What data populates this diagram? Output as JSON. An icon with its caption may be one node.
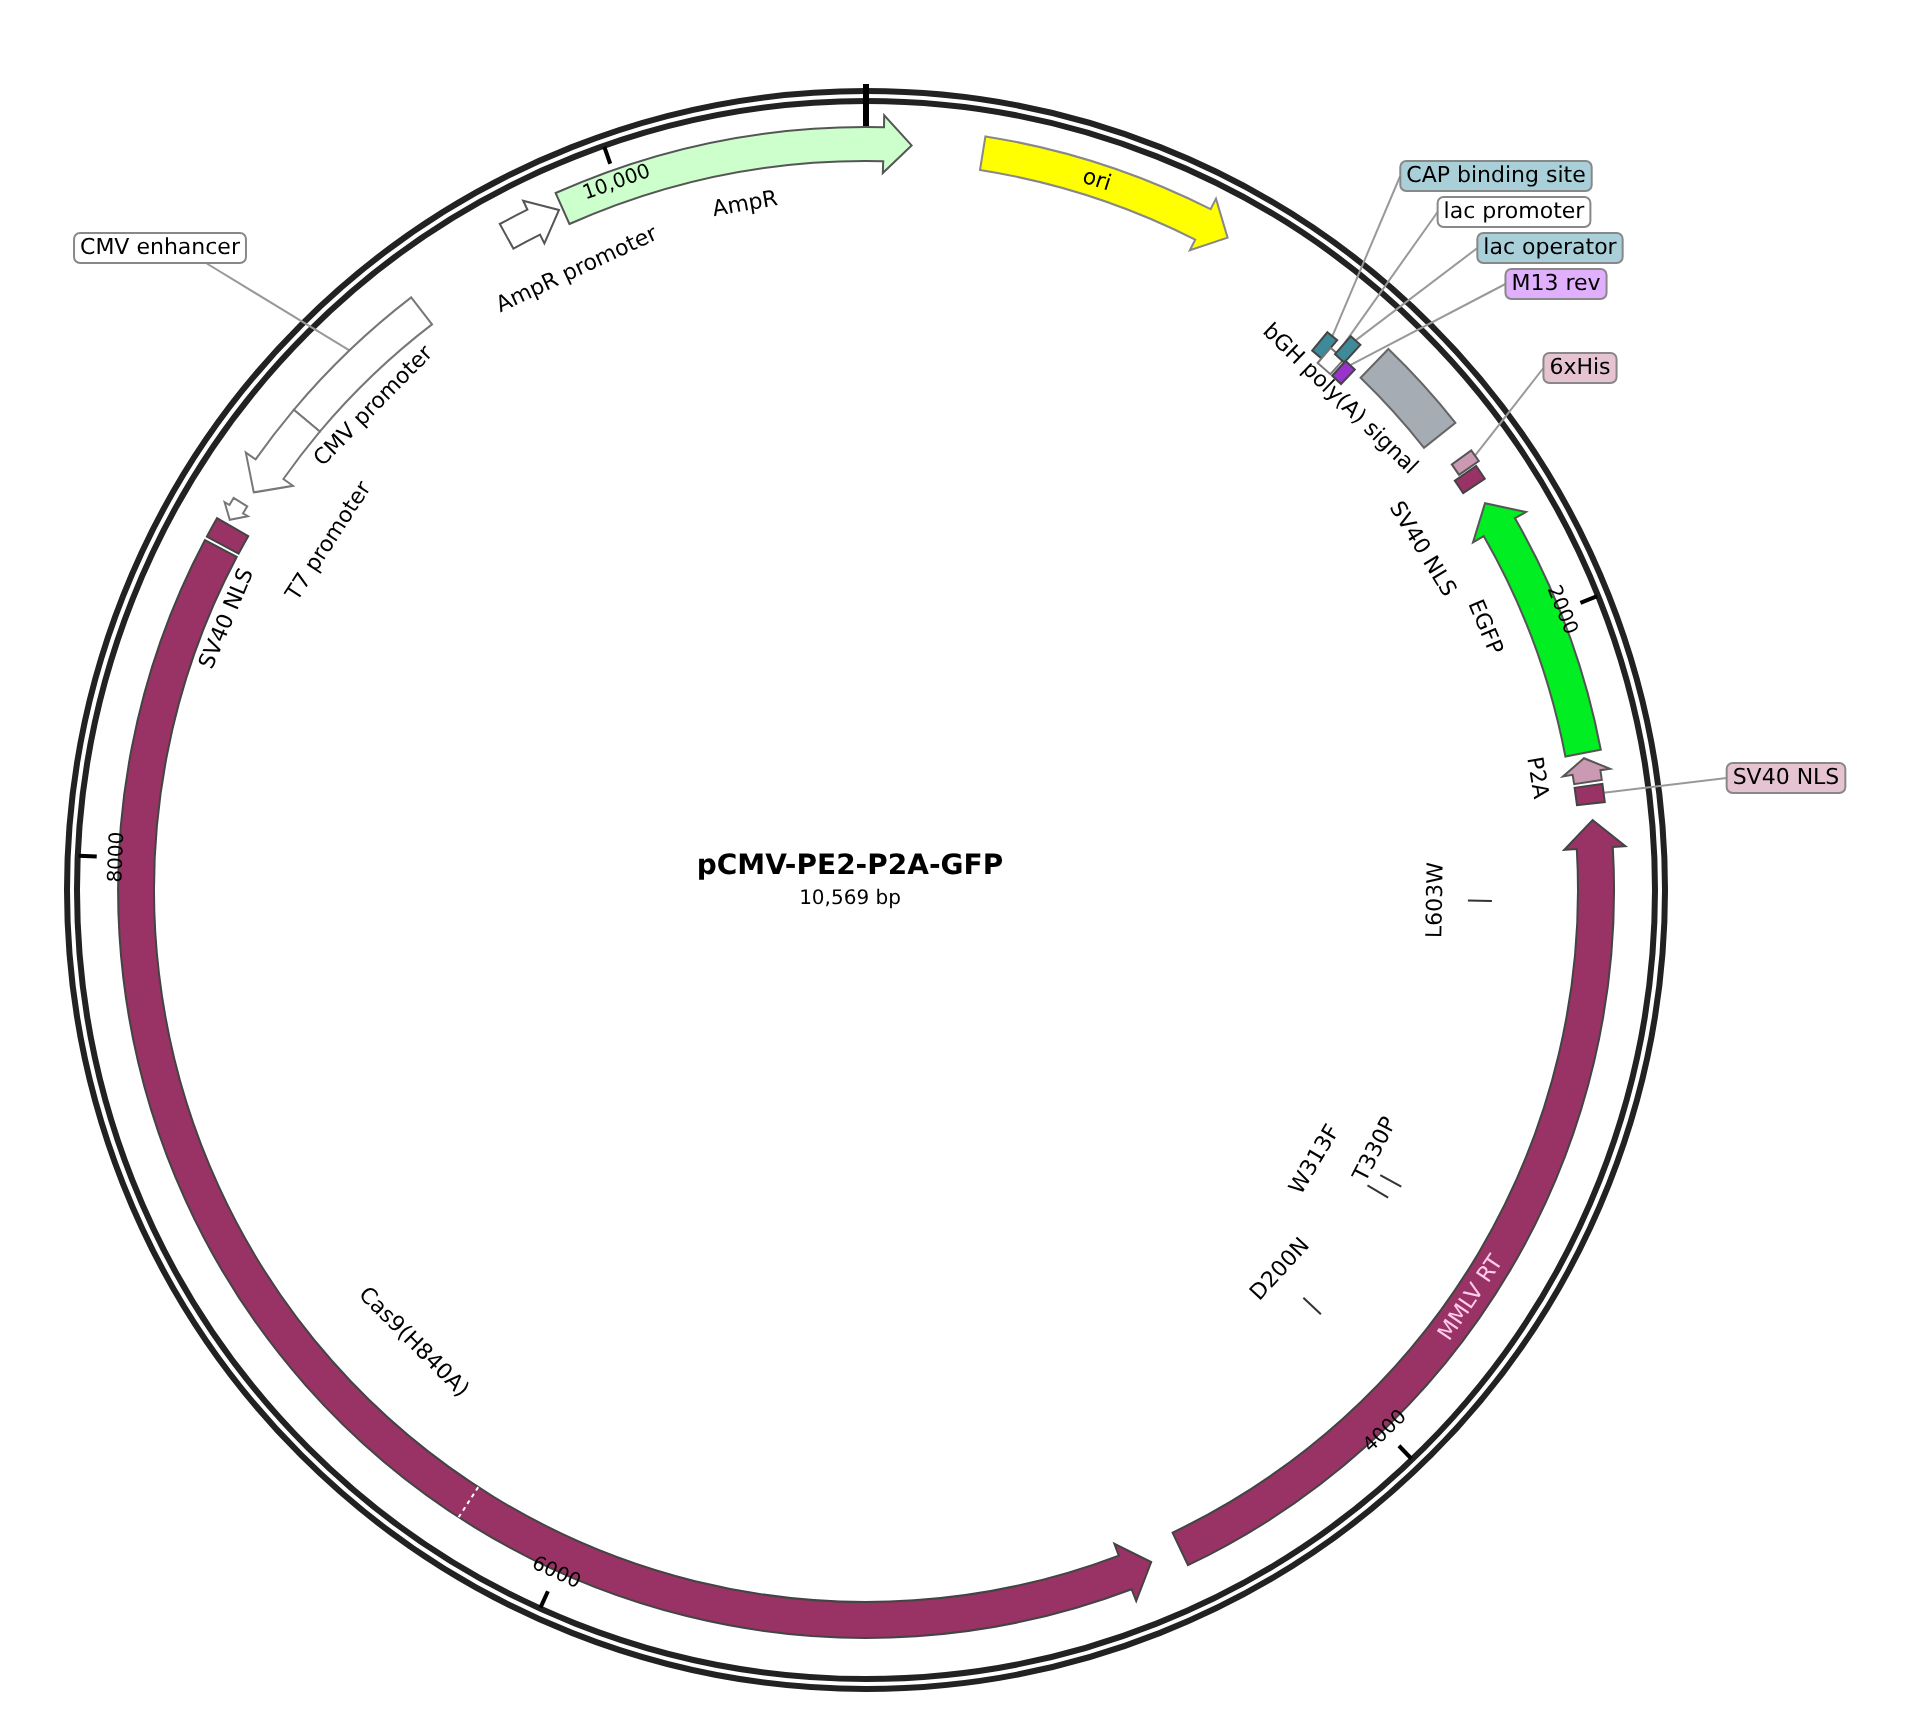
{
  "diagram": {
    "title": "pCMV-PE2-P2A-GFP",
    "nodes": [
      {
        "text": [
          "ori"
        ]
      },
      {
        "text": [
          "AmpR"
        ]
      },
      {
        "text": [
          "AmpR promoter"
        ]
      },
      {
        "text": [
          "CMV enhancer"
        ]
      },
      {
        "text": [],
        "shape": "box"
      },
      {
        "text": [
          "CMV promoter"
        ]
      },
      {
        "text": [
          "T7 promoter"
        ]
      },
      {
        "text": [
          "SV40 NLS"
        ]
      },
      {
        "text": [
          "Cas9(H840A)"
        ]
      },
      {
        "text": [
          "MMLV RT"
        ]
      },
      {
        "text": [
          "SV40 NLS"
        ]
      },
      {
        "text": [],
        "shape": "bar"
      },
      {
        "text": [
          "P2A"
        ]
      },
      {
        "text": [
          "EGFP"
        ]
      },
      {
        "text": [
          "SV40 NLS"
        ]
      },
      {
        "text": [
          "6xHis"
        ]
      },
      {
        "text": [],
        "shape": "bar"
      },
      {
        "text": [
          "bGH poly(A) signal"
        ]
      },
      {
        "text": [
          "CAP binding site"
        ]
      },
      {
        "text": [],
        "shape": "bar"
      },
      {
        "text": [
          "lac promoter"
        ]
      },
      {
        "text": [],
        "shape": "bar"
      },
      {
        "text": [
          "lac operator"
        ]
      },
      {
        "text": [],
        "shape": "bar"
      },
      {
        "text": [
          "M13 rev"
        ]
      },
      {
        "text": [],
        "shape": "bar"
      },
      {
        "text": [
          "L603W"
        ]
      },
      {
        "text": [
          "W313F"
        ]
      },
      {
        "text": [
          "T330P"
        ]
      },
      {
        "text": [
          "D200N"
        ]
      }
    ],
    "edges": [
      {
        "from": 3,
        "to": 4,
        "arrow": "none"
      },
      {
        "from": 10,
        "to": 11,
        "arrow": "none"
      },
      {
        "from": 15,
        "to": 16,
        "arrow": "none"
      },
      {
        "from": 18,
        "to": 19,
        "arrow": "none"
      },
      {
        "from": 20,
        "to": 21,
        "arrow": "none"
      },
      {
        "from": 22,
        "to": 23,
        "arrow": "none"
      },
      {
        "from": 24,
        "to": 25,
        "arrow": "none"
      }
    ],
    "labels": [
      "10,569 bp",
      "10,000",
      "2000",
      "4000",
      "6000",
      "8000"
    ]
  }
}
